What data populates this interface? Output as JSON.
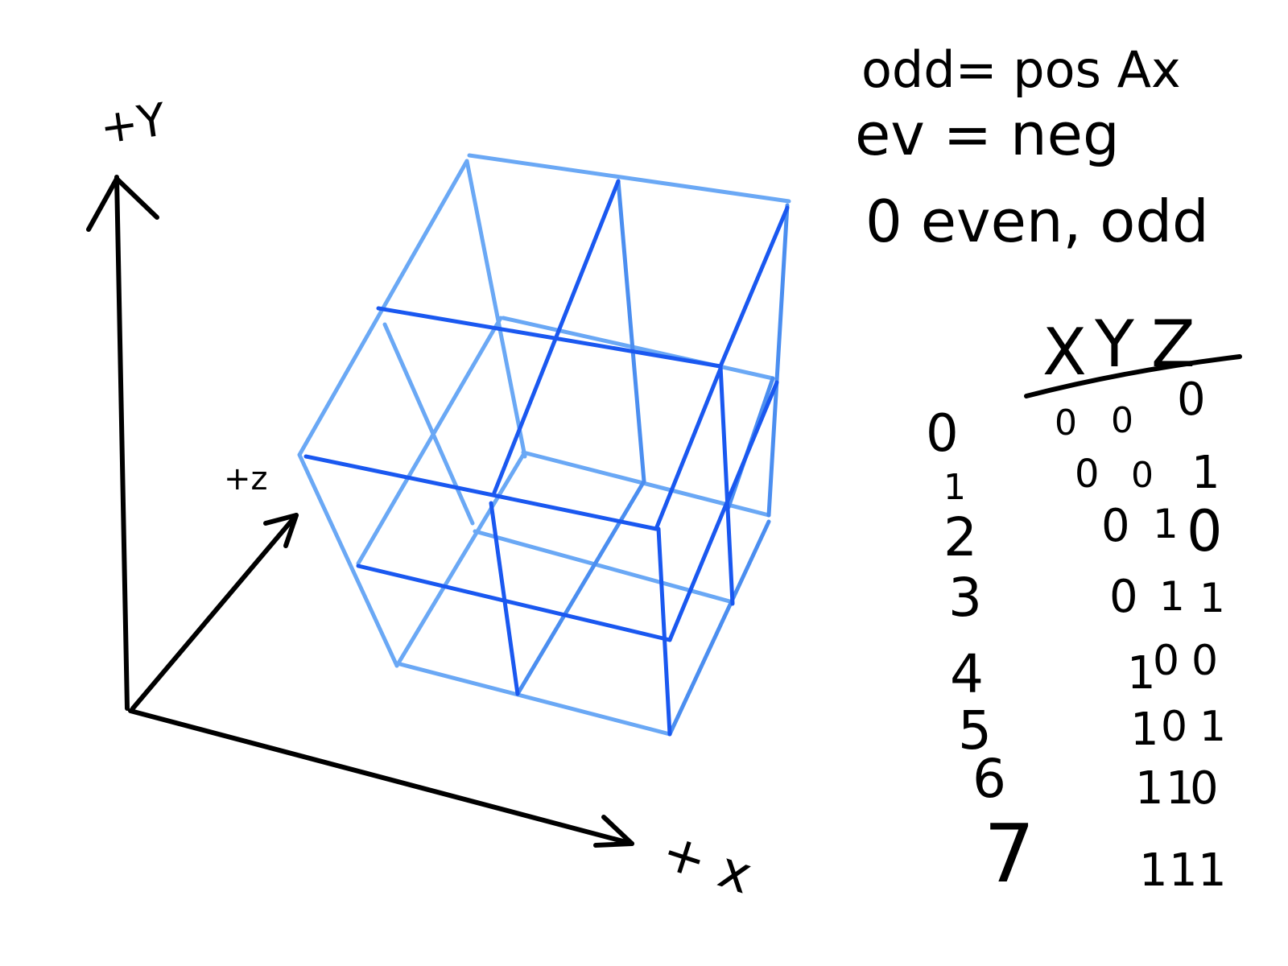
{
  "colors": {
    "ink": "#000000",
    "light_edge": "#6aa8f5",
    "mid_edge": "#4b8ef0",
    "dark_edge": "#1a58f0",
    "background": "#ffffff"
  },
  "axes": {
    "y_label": "+Y",
    "z_label": "+z",
    "x_label": "+ x"
  },
  "notes": {
    "line1": "odd= pos Ax",
    "line2": "ev = neg",
    "line3": "0 even, odd"
  },
  "table": {
    "headers": [
      "X",
      "Y",
      "Z"
    ],
    "rows": [
      {
        "index": "0",
        "x": "0",
        "y": "0",
        "z": "0"
      },
      {
        "index": "1",
        "x": "0",
        "y": "0",
        "z": "1"
      },
      {
        "index": "2",
        "x": "0",
        "y": "1",
        "z": "0"
      },
      {
        "index": "3",
        "x": "0",
        "y": "1",
        "z": "1"
      },
      {
        "index": "4",
        "x": "1",
        "y": "0",
        "z": "0"
      },
      {
        "index": "5",
        "x": "1",
        "y": "0",
        "z": "1"
      },
      {
        "index": "6",
        "x": "1",
        "y": "1",
        "z": "0"
      },
      {
        "index": "7",
        "x": "1",
        "y": "1",
        "z": "1"
      }
    ]
  }
}
